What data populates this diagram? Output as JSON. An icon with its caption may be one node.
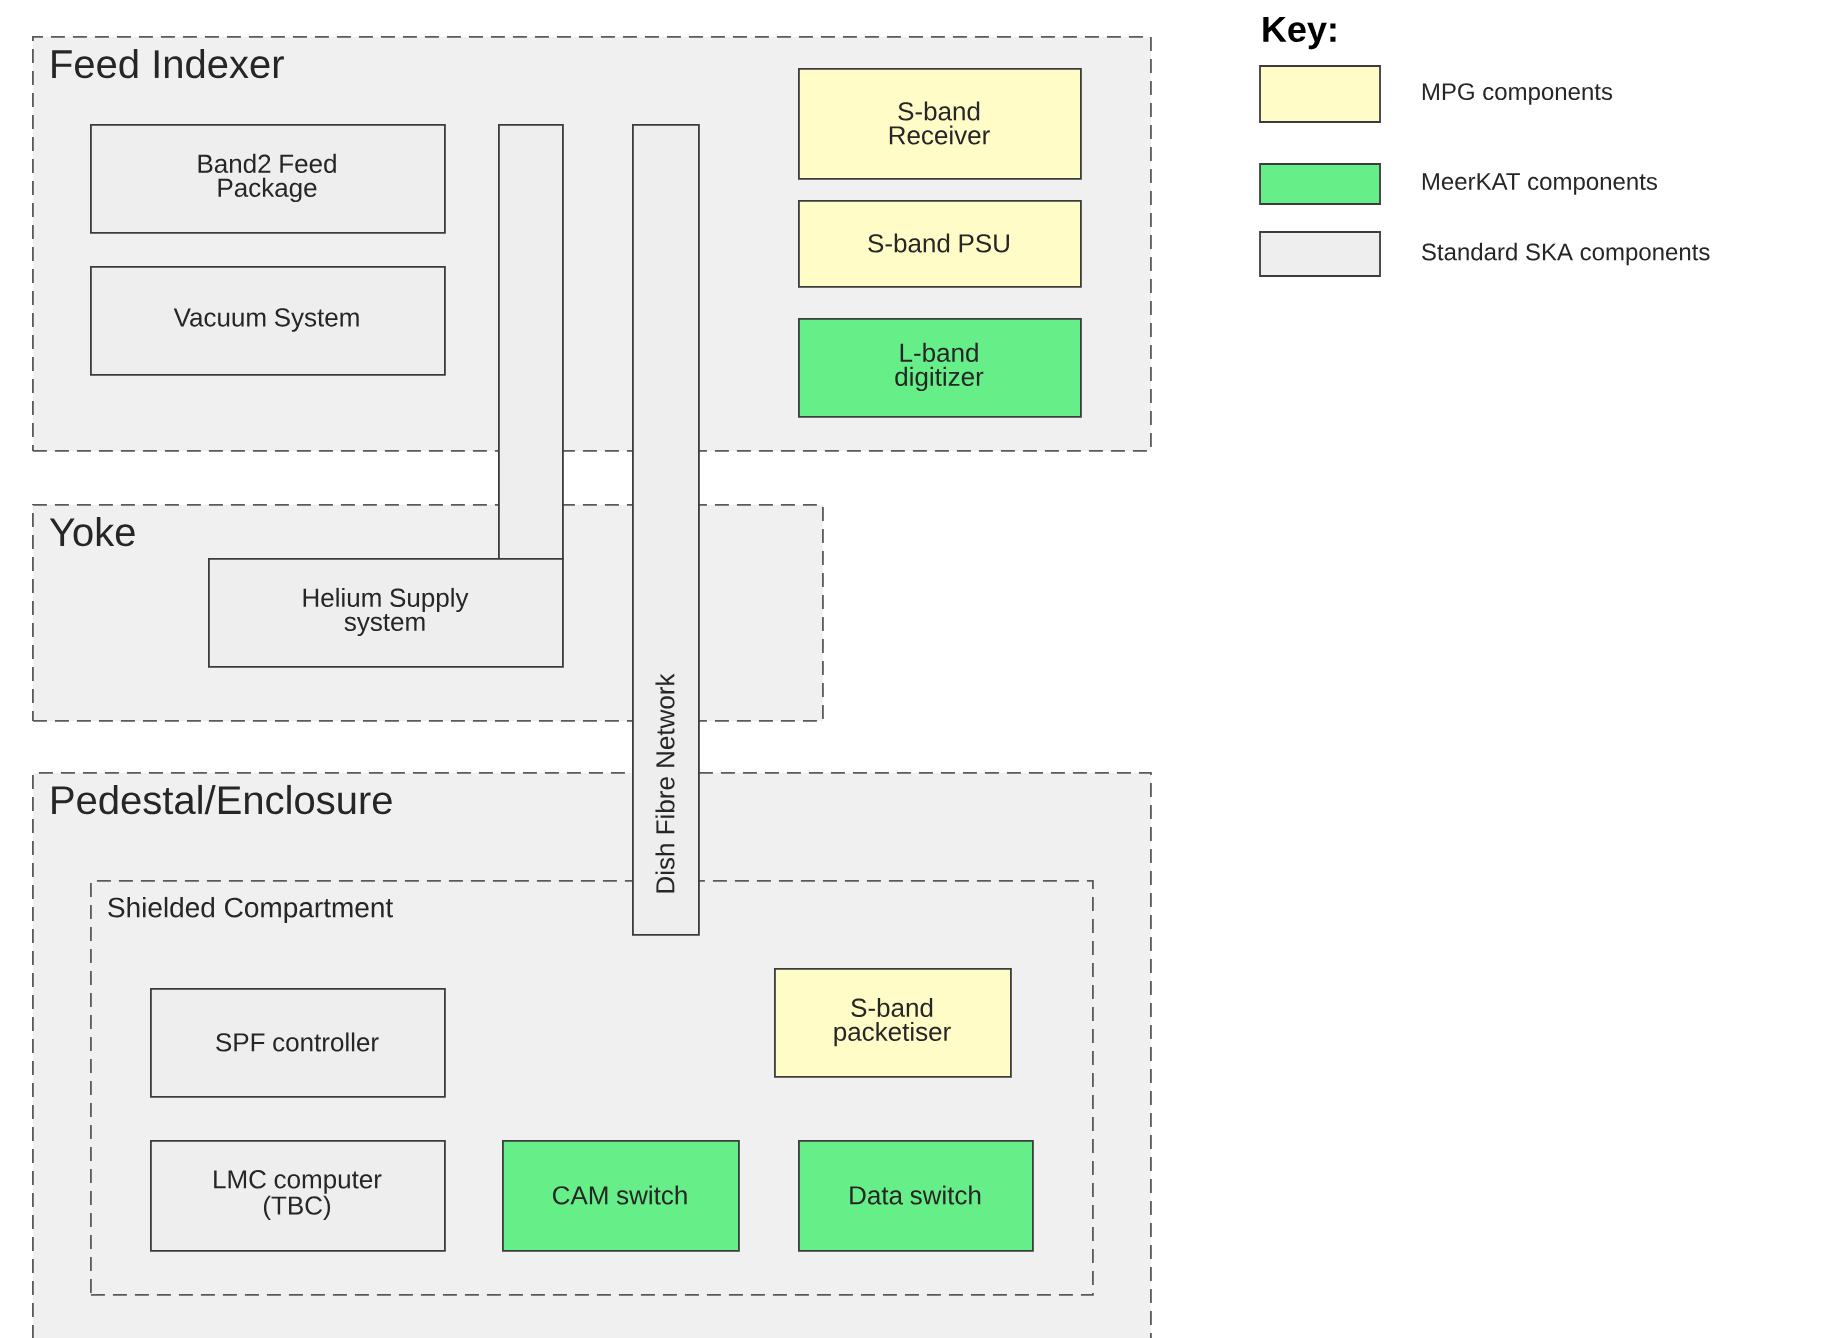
{
  "diagram": {
    "nodes": [
      {
        "text": [
          "Feed Indexer"
        ]
      },
      {
        "text": [
          "Band2 Feed Package"
        ],
        "in": 0
      },
      {
        "text": [
          "Vacuum System"
        ],
        "in": 0
      },
      {
        "text": [
          "S-band Receiver"
        ],
        "in": 0
      },
      {
        "text": [
          "S-band PSU"
        ],
        "in": 0
      },
      {
        "text": [
          "L-band digitizer"
        ],
        "in": 0
      },
      {
        "text": [
          "Yoke"
        ]
      },
      {
        "text": [
          "Helium Supply system"
        ],
        "in": 6
      },
      {
        "text": [],
        "shape": "bar"
      },
      {
        "text": [
          "Dish Fibre Network"
        ]
      },
      {
        "text": [
          "Pedestal/Enclosure"
        ]
      },
      {
        "text": [
          "Shielded Compartment"
        ],
        "in": 10
      },
      {
        "text": [
          "SPF controller"
        ],
        "in": 11
      },
      {
        "text": [
          "S-band packetiser"
        ],
        "in": 11
      },
      {
        "text": [
          "LMC computer (TBC)"
        ],
        "in": 11
      },
      {
        "text": [
          "CAM switch"
        ],
        "in": 11
      },
      {
        "text": [
          "Data switch"
        ],
        "in": 11
      }
    ],
    "edges": [],
    "labels": [
      "Key:"
    ],
    "legend": [
      {
        "text": "MPG components",
        "color": "#fffcc8"
      },
      {
        "text": "MeerKAT components",
        "color": "#66ee88"
      },
      {
        "text": "Standard SKA components",
        "color": "#eeeeee"
      }
    ]
  }
}
